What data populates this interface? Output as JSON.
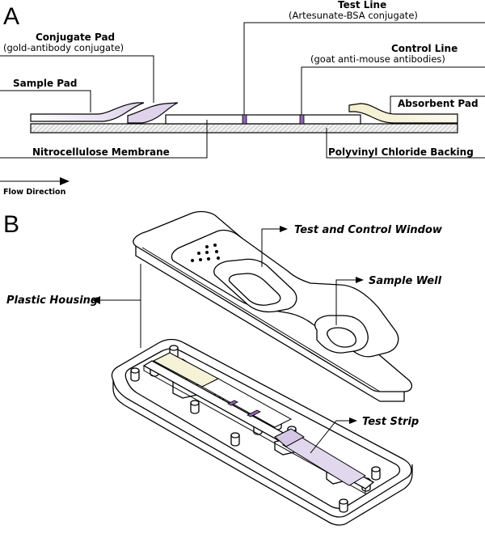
{
  "panel_a": {
    "letter": "A",
    "conjugate_pad": "Conjugate Pad",
    "conjugate_pad_sub": "(gold-antibody conjugate)",
    "test_line": "Test Line",
    "test_line_sub": "(Artesunate-BSA conjugate)",
    "control_line": "Control Line",
    "control_line_sub": "(goat anti-mouse antibodies)",
    "sample_pad": "Sample Pad",
    "absorbent_pad": "Absorbent Pad",
    "nitrocellulose": "Nitrocellulose Membrane",
    "pvc_backing": "Polyvinyl Chloride Backing",
    "flow_direction": "Flow Direction"
  },
  "panel_b": {
    "letter": "B",
    "window": "Test and Control Window",
    "sample_well": "Sample Well",
    "plastic_housing": "Plastic Housing",
    "test_strip": "Test Strip"
  },
  "colors": {
    "test_line": "#8e63b0",
    "control_line": "#8e63b0",
    "sample_pad": "#e8e0ef",
    "conjugate_pad": "#ded3ea",
    "absorbent_pad": "#f6f2d8",
    "window_fill": "#dcdcdc"
  }
}
